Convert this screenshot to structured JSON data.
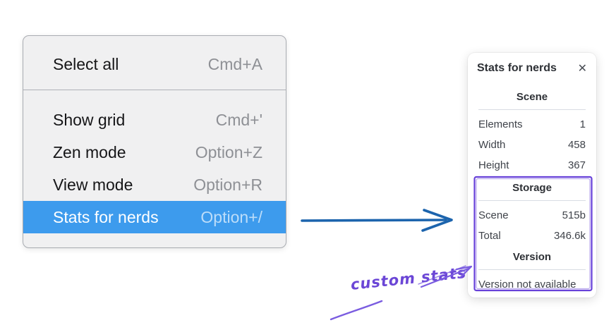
{
  "context_menu": {
    "items": [
      {
        "label": "Select all",
        "shortcut": "Cmd+A",
        "selected": false
      },
      {
        "label": "Show grid",
        "shortcut": "Cmd+'",
        "selected": false
      },
      {
        "label": "Zen mode",
        "shortcut": "Option+Z",
        "selected": false
      },
      {
        "label": "View mode",
        "shortcut": "Option+R",
        "selected": false
      },
      {
        "label": "Stats for nerds",
        "shortcut": "Option+/",
        "selected": true
      }
    ]
  },
  "stats_panel": {
    "title": "Stats for nerds",
    "close_icon": "✕",
    "sections": [
      {
        "heading": "Scene",
        "rows": [
          {
            "label": "Elements",
            "value": "1"
          },
          {
            "label": "Width",
            "value": "458"
          },
          {
            "label": "Height",
            "value": "367"
          }
        ]
      },
      {
        "heading": "Storage",
        "rows": [
          {
            "label": "Scene",
            "value": "515b"
          },
          {
            "label": "Total",
            "value": "346.6k"
          }
        ]
      },
      {
        "heading": "Version",
        "note": "Version not available"
      }
    ]
  },
  "annotation": {
    "label": "custom stats"
  },
  "colors": {
    "menu_highlight": "#3d9bed",
    "flow_arrow_blue": "#1c64ad",
    "annotation_purple": "#6741d9",
    "annotation_stroke": "#7a5ce0",
    "annotation_text": "#6b46d6"
  }
}
